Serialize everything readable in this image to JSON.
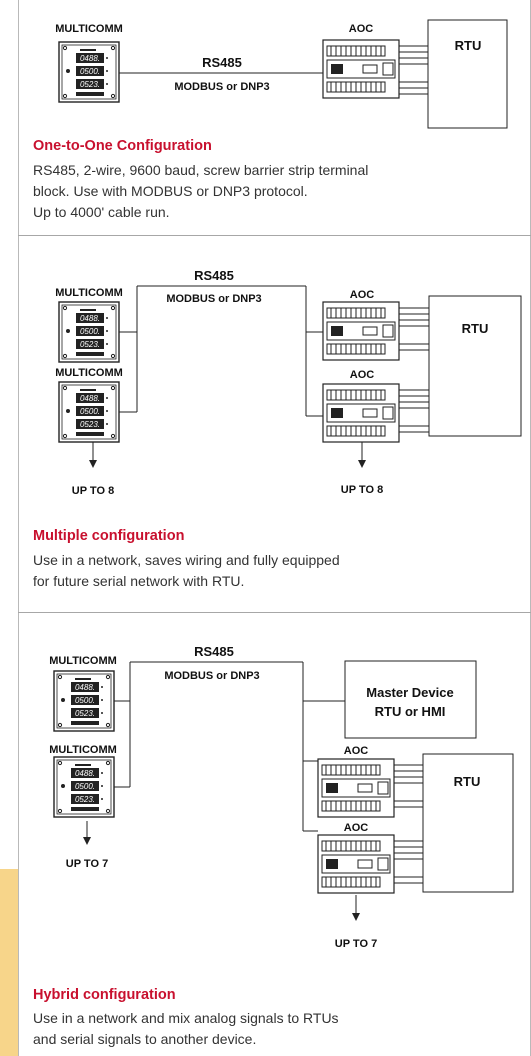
{
  "sections": [
    {
      "heading": "One-to-One Configuration",
      "desc": [
        "RS485, 2-wire, 9600 baud, screw barrier strip terminal",
        "block. Use with MODBUS or DNP3 protocol.",
        "Up to 4000' cable run."
      ],
      "diagram": {
        "meter_label": "MULTICOMM",
        "bus_label": "RS485",
        "protocol_label": "MODBUS or DNP3",
        "aoc_label": "AOC",
        "rtu_label": "RTU"
      }
    },
    {
      "heading": "Multiple configuration",
      "desc": [
        "Use in a network, saves wiring and fully equipped",
        "for future serial network with RTU."
      ],
      "diagram": {
        "meter_label": "MULTICOMM",
        "bus_label": "RS485",
        "protocol_label": "MODBUS or DNP3",
        "aoc_label": "AOC",
        "rtu_label": "RTU",
        "meter_count": "UP TO 8",
        "aoc_count": "UP TO 8"
      }
    },
    {
      "heading": "Hybrid configuration",
      "desc": [
        "Use in a network and mix analog signals to RTUs",
        "and serial signals to another device."
      ],
      "diagram": {
        "meter_label": "MULTICOMM",
        "bus_label": "RS485",
        "protocol_label": "MODBUS or DNP3",
        "master_line1": "Master Device",
        "master_line2": "RTU or HMI",
        "aoc_label": "AOC",
        "rtu_label": "RTU",
        "meter_count": "UP TO 7",
        "aoc_count": "UP TO 7"
      }
    }
  ],
  "meter_display": [
    "0488.",
    "0500.",
    "0523."
  ],
  "colors": {
    "heading": "#c8102e",
    "tab": "#f7d58a",
    "divider": "#a7a7a7"
  }
}
